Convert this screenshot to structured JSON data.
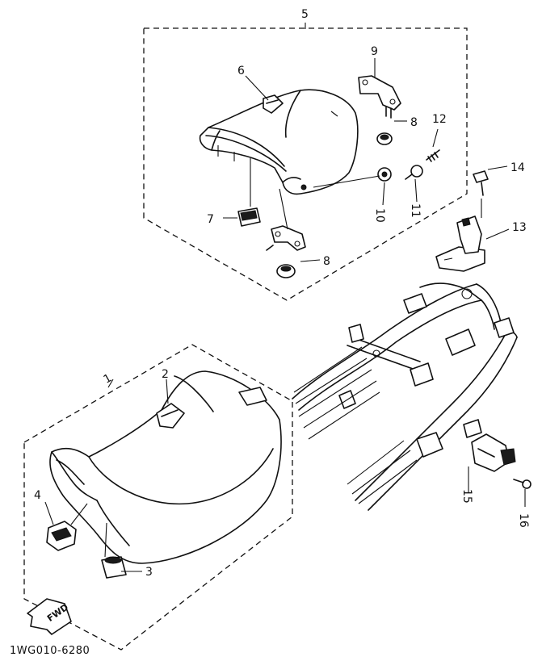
{
  "diagram": {
    "callouts": {
      "c1": "1",
      "c2": "2",
      "c3": "3",
      "c4": "4",
      "c5": "5",
      "c6": "6",
      "c7": "7",
      "c8a": "8",
      "c8b": "8",
      "c9": "9",
      "c10": "10",
      "c11": "11",
      "c12": "12",
      "c13": "13",
      "c14": "14",
      "c15": "15",
      "c16": "16"
    },
    "fwd_label": "FWD",
    "drawing_code": "1WG010-6280"
  }
}
